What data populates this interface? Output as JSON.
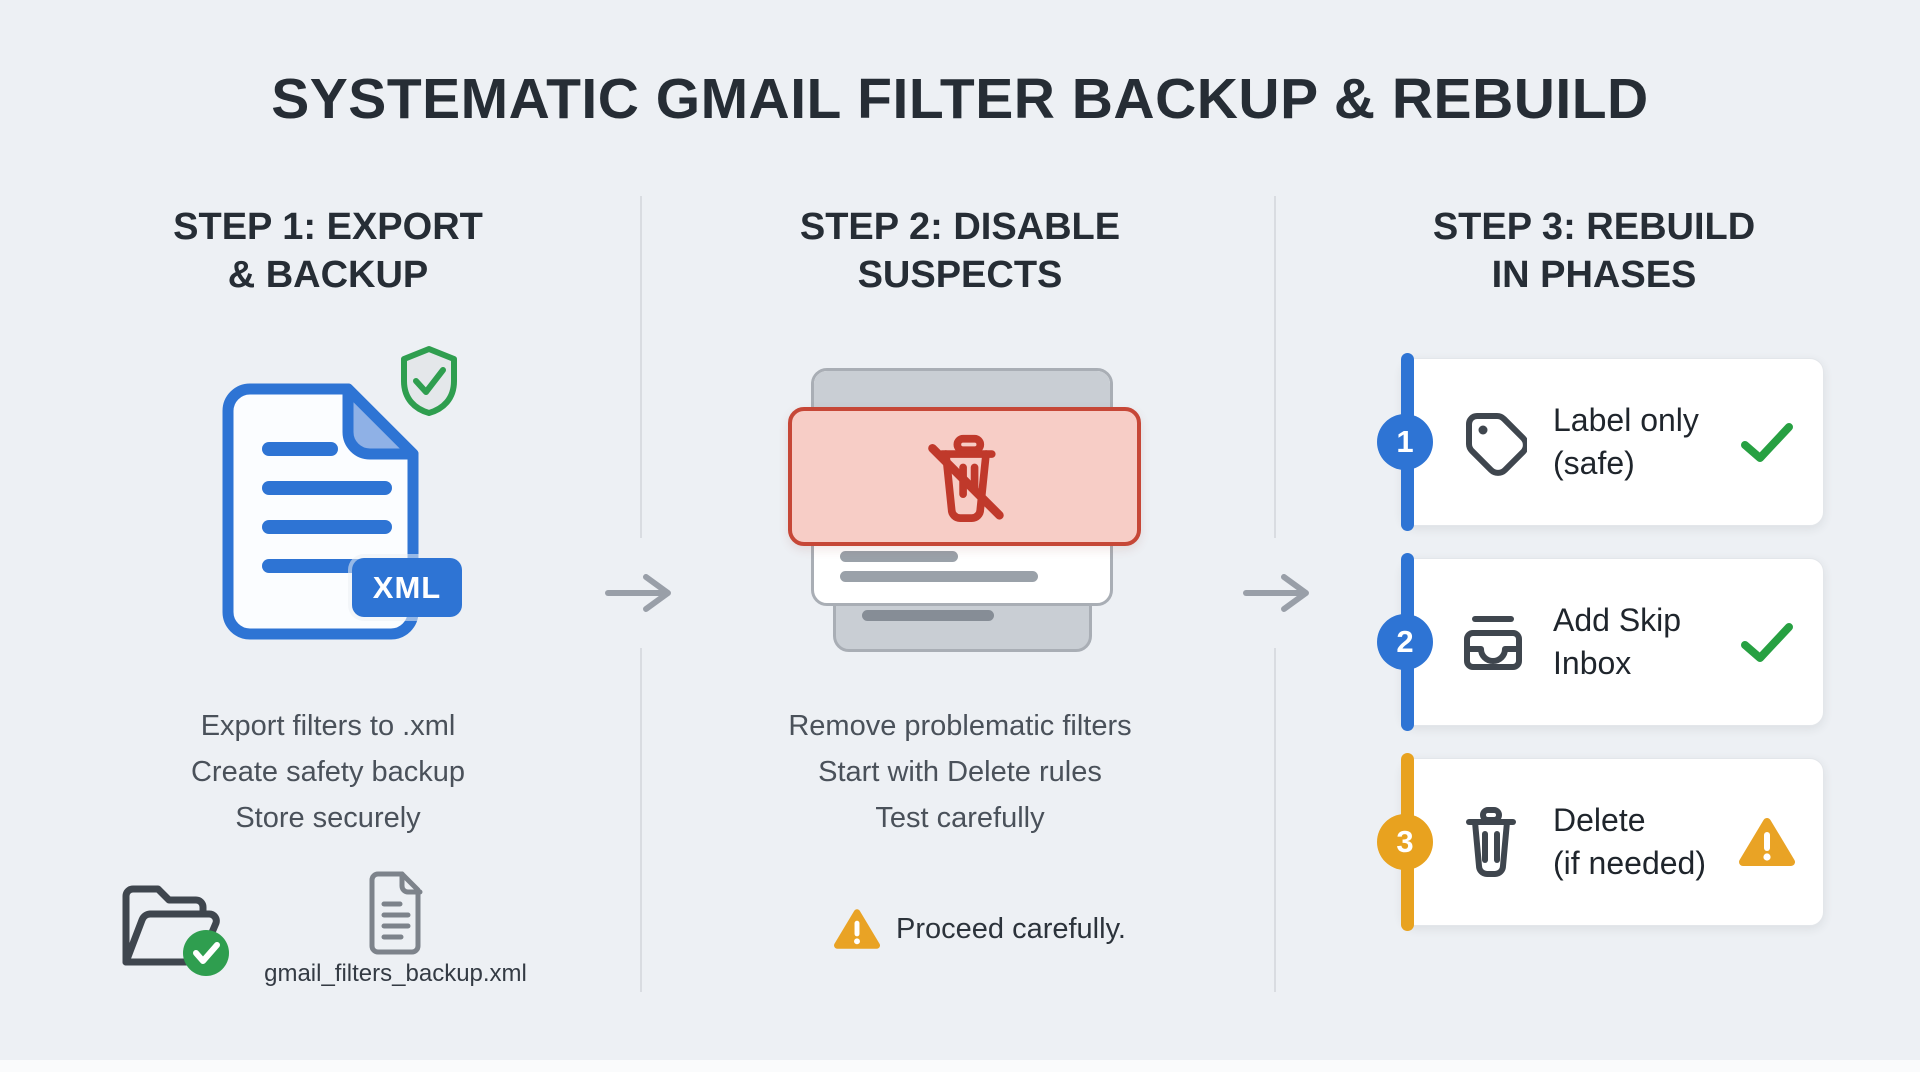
{
  "title": "SYSTEMATIC GMAIL FILTER BACKUP & REBUILD",
  "colors": {
    "background": "#edf0f4",
    "heading_text": "#262d35",
    "body_text": "#4a515a",
    "blue_accent": "#2e74d4",
    "green_accent": "#2f9e4f",
    "amber_accent": "#e8a21f",
    "red_banner_border": "#c64737",
    "red_banner_fill": "#f7cdc6",
    "gray_icon_stroke": "#3f464e",
    "divider": "#d9dce1",
    "arrow": "#999fa8"
  },
  "steps": [
    {
      "heading_line1": "STEP 1: EXPORT",
      "heading_line2": "& BACKUP",
      "badge_label": "XML",
      "bullets": [
        "Export filters to .xml",
        "Create safety backup",
        "Store securely"
      ],
      "filename": "gmail_filters_backup.xml",
      "icons": [
        "xml-document-icon",
        "shield-check-icon",
        "folder-check-icon",
        "backup-file-icon"
      ]
    },
    {
      "heading_line1": "STEP 2: DISABLE",
      "heading_line2": "SUSPECTS",
      "bullets": [
        "Remove problematic filters",
        "Start with Delete rules",
        "Test carefully"
      ],
      "warning_note": "Proceed carefully.",
      "icons": [
        "filter-stack-icon",
        "no-delete-trash-icon",
        "warning-triangle-icon"
      ]
    },
    {
      "heading_line1": "STEP 3: REBUILD",
      "heading_line2": "IN PHASES",
      "phases": [
        {
          "number": "1",
          "label_line1": "Label only",
          "label_line2": "(safe)",
          "icon": "tag-icon",
          "status": "check",
          "accent": "#2e74d4"
        },
        {
          "number": "2",
          "label_line1": "Add Skip",
          "label_line2": "Inbox",
          "icon": "inbox-icon",
          "status": "check",
          "accent": "#2e74d4"
        },
        {
          "number": "3",
          "label_line1": "Delete",
          "label_line2": "(if needed)",
          "icon": "trash-icon",
          "status": "warning",
          "accent": "#e8a21f"
        }
      ]
    }
  ]
}
